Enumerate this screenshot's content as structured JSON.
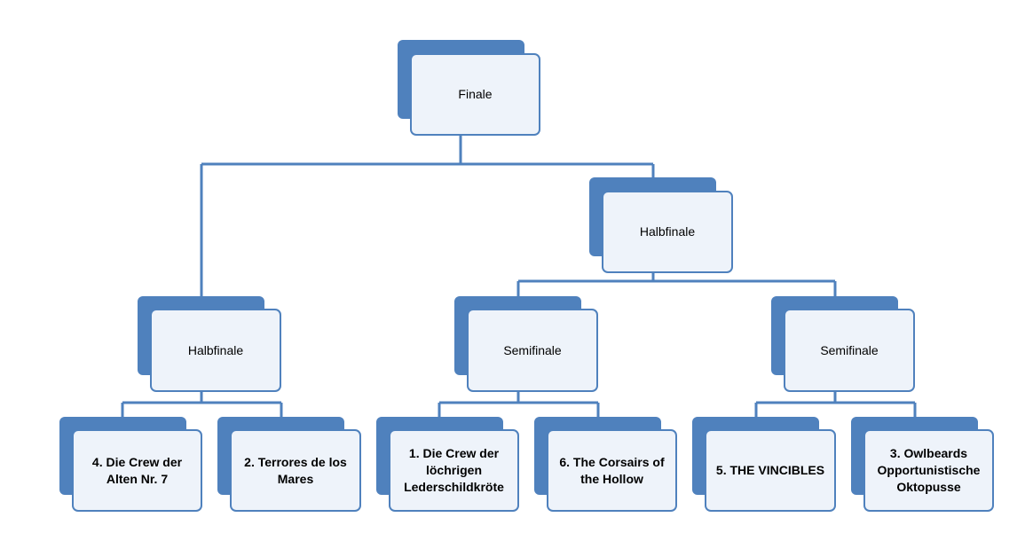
{
  "colors": {
    "box_fill": "#eef3fa",
    "accent": "#4f81bd",
    "connector": "#4f81bd"
  },
  "tree": {
    "final": "Finale",
    "semi_right": "Halbfinale",
    "semi_left": "Halbfinale",
    "quarter_center": "Semifinale",
    "quarter_right": "Semifinale",
    "teams": [
      "4. Die Crew der Alten Nr. 7",
      "2. Terrores de los Mares",
      "1. Die Crew der löchrigen Lederschildkröte",
      "6. The Corsairs of the Hollow",
      "5. THE VINCIBLES",
      "3. Owlbeards Opportunistische Oktopusse"
    ]
  }
}
